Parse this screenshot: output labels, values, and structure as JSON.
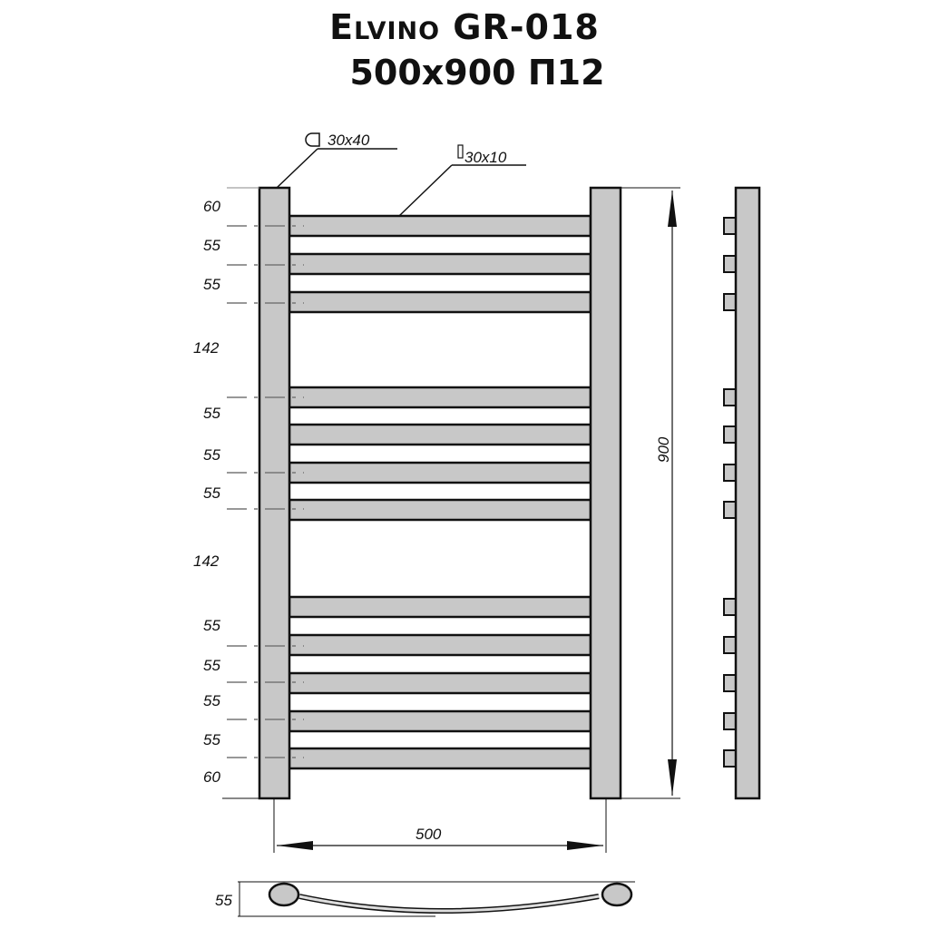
{
  "title": {
    "model": "Elvino GR-018",
    "size": "500x900 П12"
  },
  "profiles": {
    "rail": "30x40",
    "bar": "30x10"
  },
  "dimensions": {
    "height": "900",
    "width": "500",
    "depth": "55",
    "spacings": [
      "60",
      "55",
      "55",
      "142",
      "55",
      "55",
      "55",
      "142",
      "55",
      "55",
      "55",
      "55",
      "60"
    ]
  },
  "colors": {
    "fill": "#c8c8c8",
    "stroke": "#111111"
  }
}
